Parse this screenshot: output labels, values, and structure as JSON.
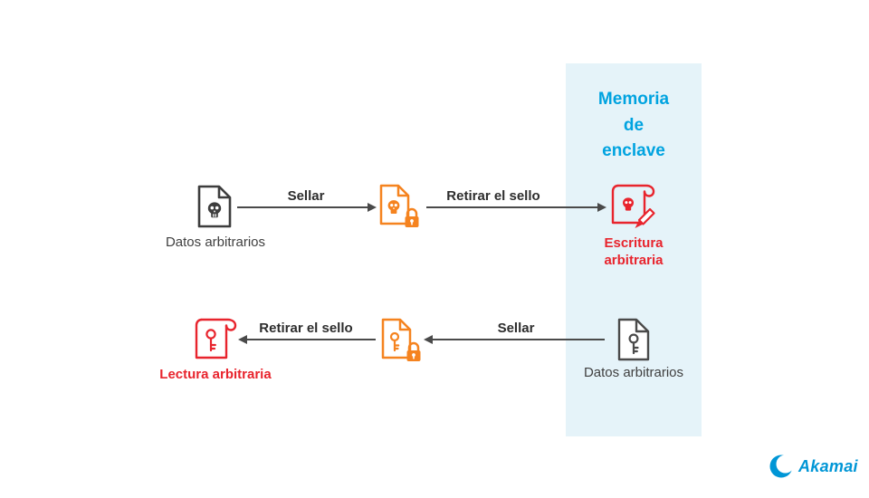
{
  "panel": {
    "title": "Memoria de enclave"
  },
  "top_flow": {
    "source_label": "Datos arbitrarios",
    "seal_arrow_label": "Sellar",
    "unseal_arrow_label": "Retirar el sello",
    "result_label": "Escritura arbitraria"
  },
  "bottom_flow": {
    "source_label": "Datos arbitrarios",
    "seal_arrow_label": "Sellar",
    "unseal_arrow_label": "Retirar el sello",
    "result_label": "Lectura arbitraria"
  },
  "brand": {
    "name": "Akamai"
  },
  "icons": {
    "top_source": "skull-document-icon",
    "top_sealed": "sealed-skull-document-lock-icon",
    "top_result": "scroll-pen-skull-icon",
    "bottom_source": "key-document-icon",
    "bottom_sealed": "sealed-key-document-lock-icon",
    "bottom_result": "scroll-key-icon",
    "brand_mark": "akamai-wave-icon"
  },
  "colors": {
    "panel_bg": "#e5f3f9",
    "enclave_blue": "#00a3e0",
    "danger_red": "#e8242d",
    "seal_orange": "#f5831f",
    "icon_dark": "#3d3d3d",
    "arrow_gray": "#4a4a4a",
    "brand_blue": "#0096d6"
  }
}
